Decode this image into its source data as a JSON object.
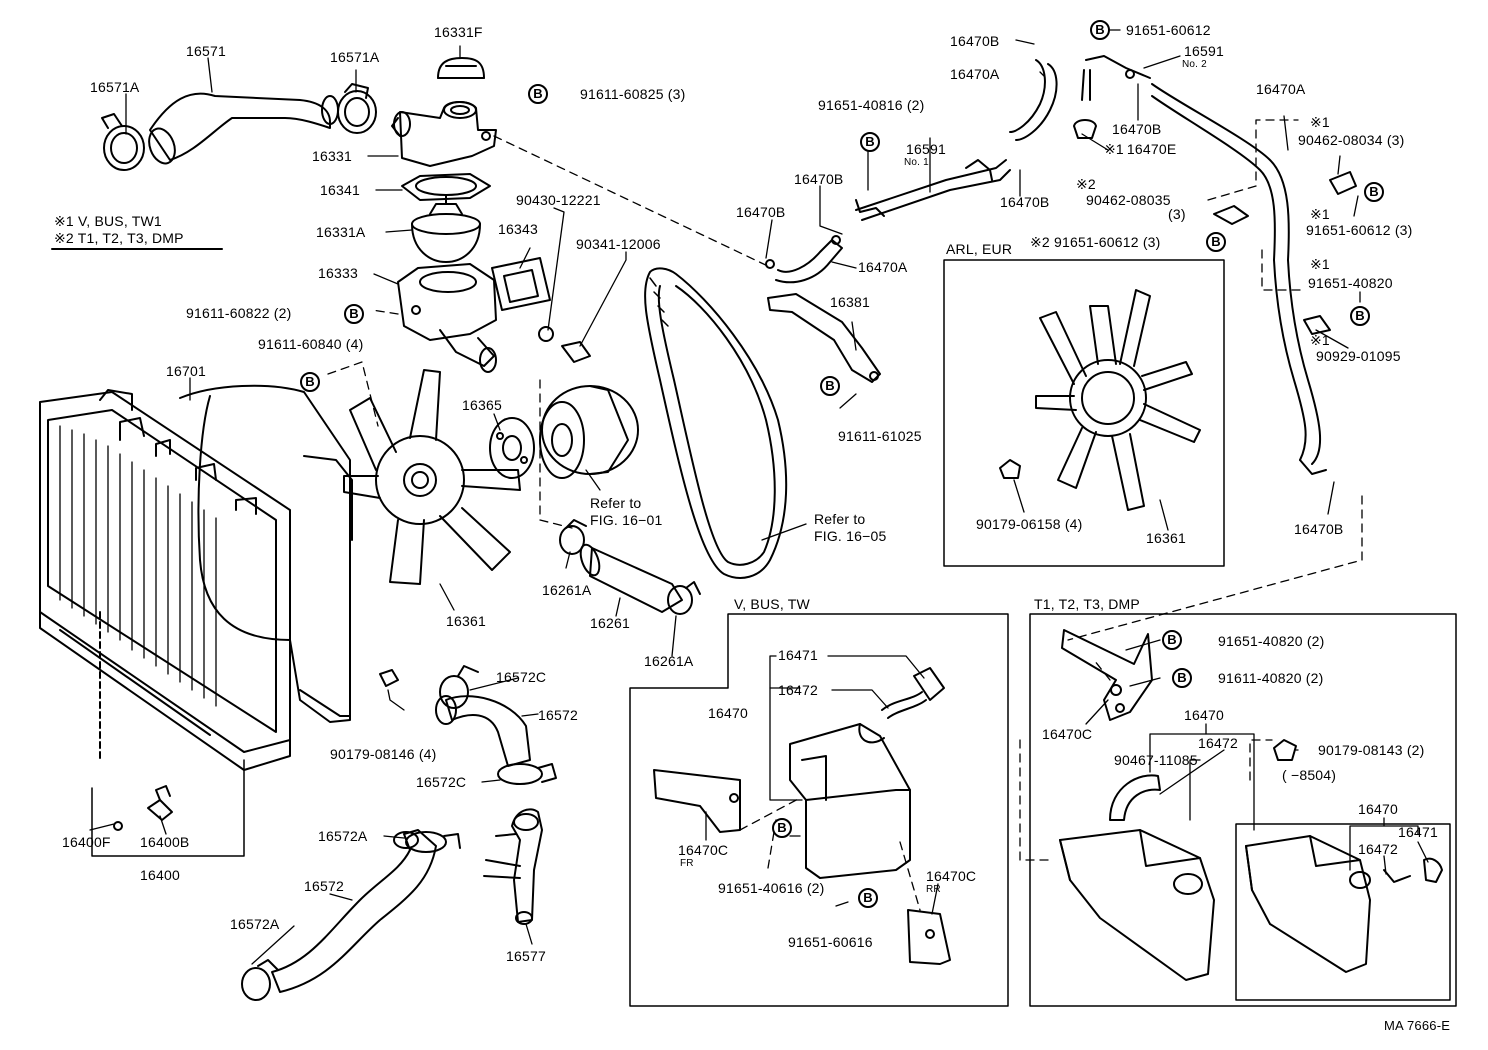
{
  "legend": {
    "note1": "※1 V, BUS, TW1",
    "note2": "※2 T1, T2, T3, DMP"
  },
  "callout_badge": "B",
  "footer": {
    "figure_id": "MA 7666-E"
  },
  "labels": {
    "l16571A_top": "16571A",
    "l16571": "16571",
    "l16571A_mid": "16571A",
    "l16331F": "16331F",
    "lb91611_60825": "91611-60825 (3)",
    "l16331": "16331",
    "l16341": "16341",
    "l90430_12221": "90430-12221",
    "l16331A": "16331A",
    "l16343": "16343",
    "l90341_12006": "90341-12006",
    "l16333": "16333",
    "lb91611_60822": "91611-60822 (2)",
    "lb91611_60840": "91611-60840 (4)",
    "l16701": "16701",
    "l16365": "16365",
    "l_refer1": "Refer to",
    "l_fig1601": "FIG. 16−01",
    "l16261A_a": "16261A",
    "l16261": "16261",
    "l16261A_b": "16261A",
    "l16361_left": "16361",
    "l_refer2": "Refer to",
    "l_fig1605": "FIG. 16−05",
    "l16572C_a": "16572C",
    "l16572_a": "16572",
    "l16572C_b": "16572C",
    "l90179_08146": "90179-08146 (4)",
    "l16572A_a": "16572A",
    "l16572_b": "16572",
    "l16572A_b": "16572A",
    "l16577": "16577",
    "l16400F": "16400F",
    "l16400B": "16400B",
    "l16400": "16400",
    "l16470B_1": "16470B",
    "l16470A_1": "16470A",
    "lb91651_60612_top": "91651-60612",
    "l16591_no2": "16591",
    "l_no2": "No. 2",
    "l91651_40816": "91651-40816 (2)",
    "l16591_no1": "16591",
    "l_no1": "No. 1",
    "l16470B_2": "16470B",
    "l16470B_3": "16470B",
    "l16470B_4": "16470B",
    "l16470A_2": "16470A",
    "l16470B_5": "16470B",
    "l_star1_a": "※1",
    "l16470E": "※1 16470E",
    "l16470A_3": "16470A",
    "l_star1_b": "※1",
    "l90462_08034": "90462-08034 (3)",
    "l_star2_a": "※2",
    "l90462_08035": "90462-08035",
    "l_paren3": "(3)",
    "l_star1_c": "※1",
    "l91651_60612_3": "91651-60612 (3)",
    "l_star1_d": "※1",
    "l91651_40820": "91651-40820",
    "l_star1_e": "※1",
    "l90929_01095": "90929-01095",
    "l16470B_6": "16470B",
    "l16381": "16381",
    "l91611_61025": "91611-61025",
    "l_arl_eur": "ARL, EUR",
    "l91651_60612_star2": "※2 91651-60612 (3)",
    "l90179_06158": "90179-06158 (4)",
    "l16361_right": "16361",
    "l_vbus": "V, BUS, TW",
    "l16471_v": "16471",
    "l16472_v": "16472",
    "l16470_v": "16470",
    "l16470C_fr": "16470C",
    "l_fr": "FR",
    "l91651_40616": "91651-40616 (2)",
    "l16470C_rr": "16470C",
    "l_rr": "RR",
    "l91651_60616": "91651-60616",
    "l_t123": "T1, T2, T3, DMP",
    "l91651_40820_2": "91651-40820 (2)",
    "l91611_40820_2": "91611-40820 (2)",
    "l16470C_t": "16470C",
    "l16470_t": "16470",
    "l16472_t": "16472",
    "l90467_11085": "90467-11085",
    "l90179_08143": "90179-08143 (2)",
    "l_8504": "(        −8504)",
    "l16470_i": "16470",
    "l16471_i": "16471",
    "l16472_i": "16472"
  }
}
